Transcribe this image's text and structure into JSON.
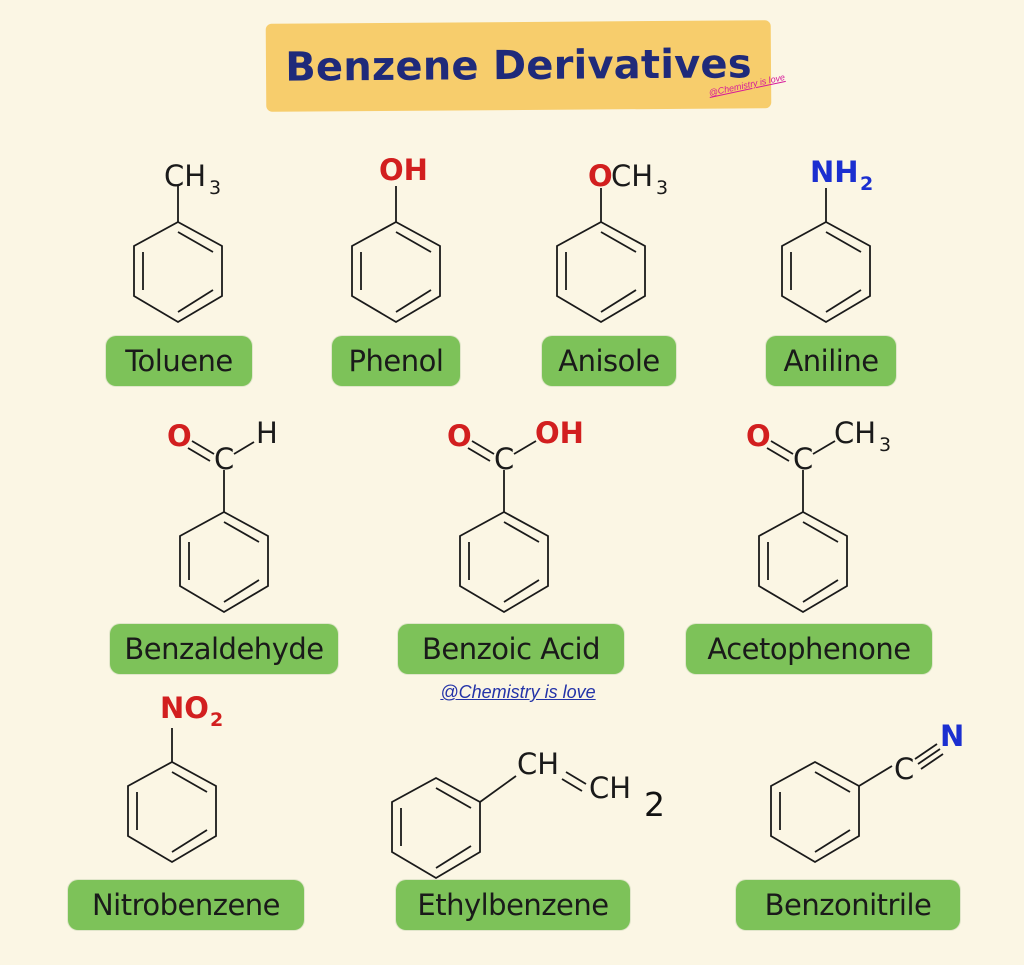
{
  "title": "Benzene Derivatives",
  "watermark_small": "@Chemistry is love",
  "watermark_mid": "@Chemistry is love",
  "colors": {
    "background": "#fbf6e4",
    "banner": "#f7cd6c",
    "title_text": "#1f2a7a",
    "label_bg": "#7dc259",
    "oxygen": "#d21f1f",
    "nitrogen": "#1b2fd0",
    "carbon": "#1a1a1a"
  },
  "compounds": [
    {
      "name": "Toluene",
      "group_main": "CH",
      "group_sub": "3"
    },
    {
      "name": "Phenol",
      "group_main": "OH"
    },
    {
      "name": "Anisole",
      "group_o": "O",
      "group_main": "CH",
      "group_sub": "3"
    },
    {
      "name": "Aniline",
      "group_main": "NH",
      "group_sub": "2"
    },
    {
      "name": "Benzaldehyde",
      "group_o": "O",
      "group_c": "C",
      "group_h": "H"
    },
    {
      "name": "Benzoic Acid",
      "group_o": "O",
      "group_c": "C",
      "group_oh": "OH"
    },
    {
      "name": "Acetophenone",
      "group_o": "O",
      "group_c": "C",
      "group_main": "CH",
      "group_sub": "3"
    },
    {
      "name": "Nitrobenzene",
      "group_main": "NO",
      "group_sub": "2"
    },
    {
      "name": "Ethylbenzene",
      "group_a": "CH",
      "group_b": "CH",
      "group_sub": "2"
    },
    {
      "name": "Benzonitrile",
      "group_c": "C",
      "group_n": "N"
    }
  ]
}
